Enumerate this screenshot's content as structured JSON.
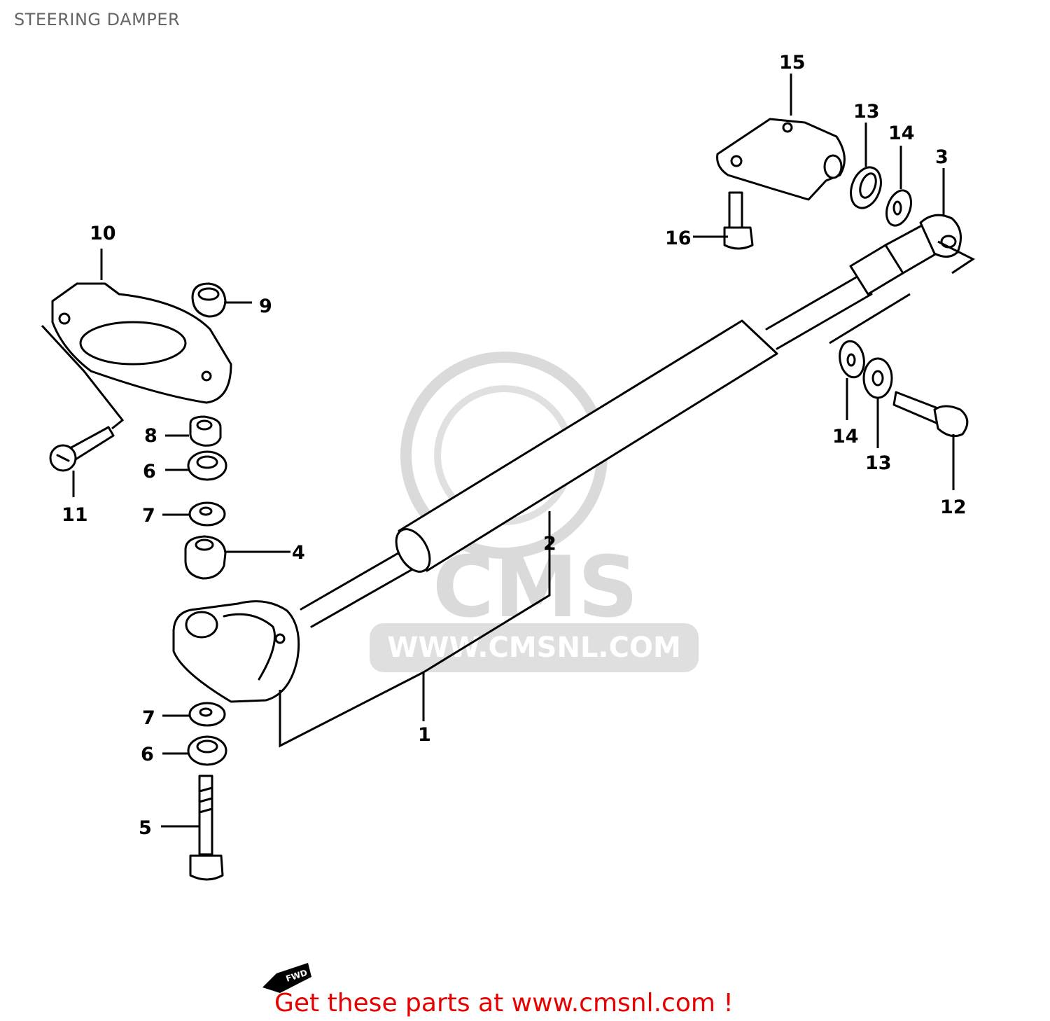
{
  "title": "STEERING DAMPER",
  "watermark": {
    "brand": "CMS",
    "url": "WWW.CMSNL.COM"
  },
  "promo": "Get these parts at www.cmsnl.com !",
  "arrow_label": "FWD",
  "labels": {
    "l1": "1",
    "l2": "2",
    "l3": "3",
    "l4": "4",
    "l5": "5",
    "l6a": "6",
    "l6b": "6",
    "l7a": "7",
    "l7b": "7",
    "l8": "8",
    "l9": "9",
    "l10": "10",
    "l11": "11",
    "l12": "12",
    "l13a": "13",
    "l13b": "13",
    "l14a": "14",
    "l14b": "14",
    "l15": "15",
    "l16": "16"
  },
  "colors": {
    "promo": "#e60000",
    "title": "#666666",
    "watermark": "#d6d6d6"
  }
}
